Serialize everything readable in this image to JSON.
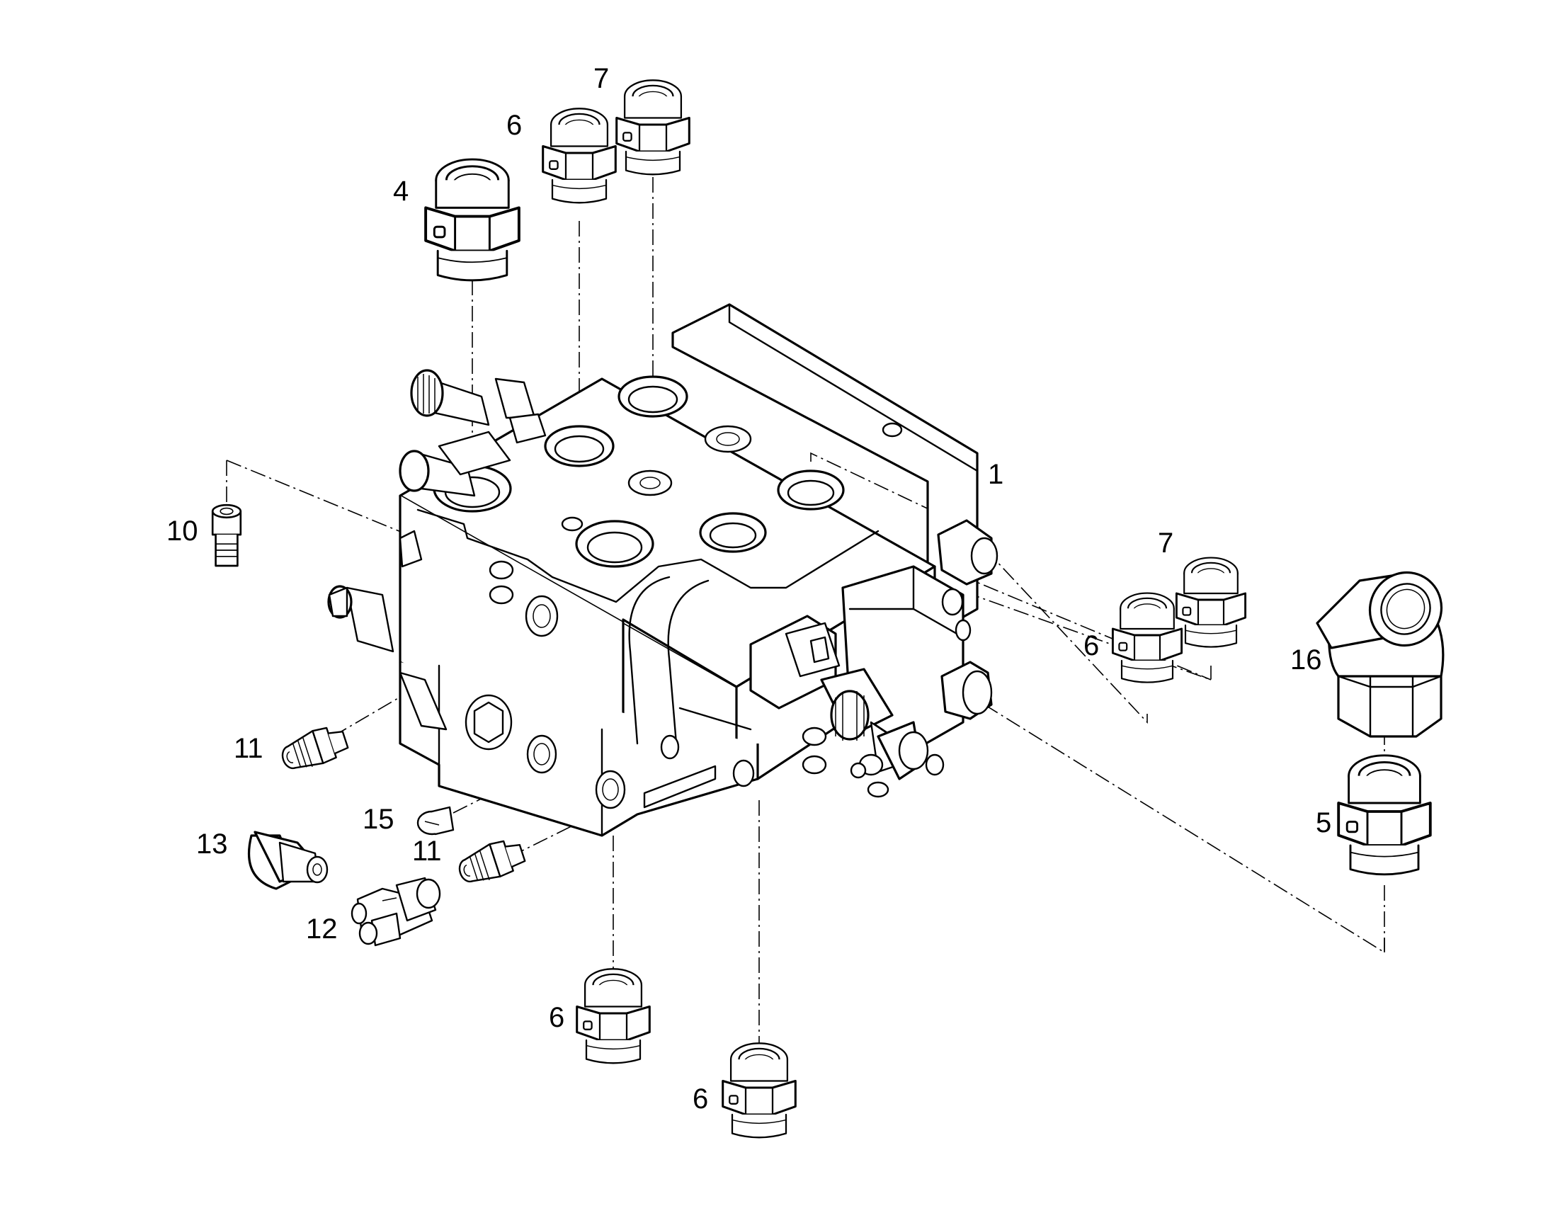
{
  "diagram": {
    "callouts": [
      {
        "id": "c1",
        "text": "1"
      },
      {
        "id": "c4",
        "text": "4"
      },
      {
        "id": "c5",
        "text": "5"
      },
      {
        "id": "c6a",
        "text": "6"
      },
      {
        "id": "c6b",
        "text": "6"
      },
      {
        "id": "c6c",
        "text": "6"
      },
      {
        "id": "c6d",
        "text": "6"
      },
      {
        "id": "c7a",
        "text": "7"
      },
      {
        "id": "c7b",
        "text": "7"
      },
      {
        "id": "c10",
        "text": "10"
      },
      {
        "id": "c11a",
        "text": "11"
      },
      {
        "id": "c11b",
        "text": "11"
      },
      {
        "id": "c12",
        "text": "12"
      },
      {
        "id": "c13",
        "text": "13"
      },
      {
        "id": "c15",
        "text": "15"
      },
      {
        "id": "c16",
        "text": "16"
      }
    ]
  }
}
